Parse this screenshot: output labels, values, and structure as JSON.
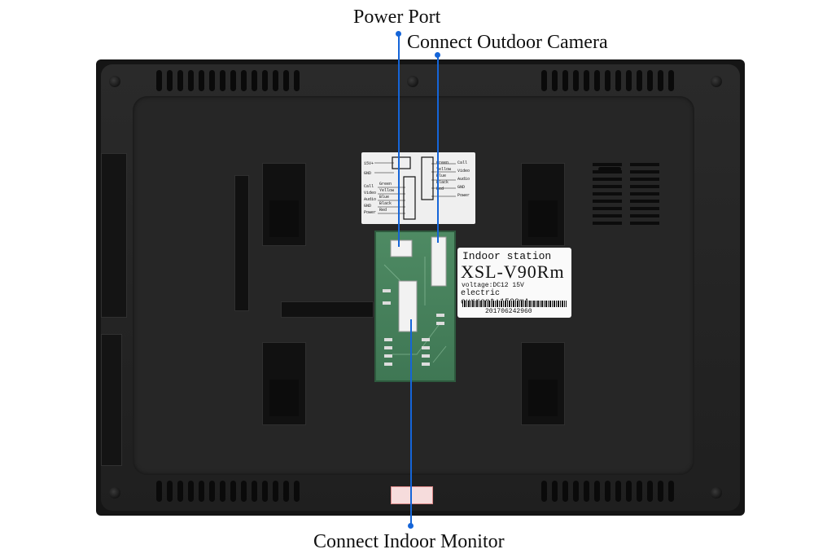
{
  "callouts": {
    "power_port": "Power Port",
    "outdoor_camera": "Connect Outdoor Camera",
    "indoor_monitor": "Connect Indoor Monitor"
  },
  "product_label": {
    "type": "Indoor station",
    "model": "XSL-V90Rm",
    "voltage": "voltage:DC12  15V",
    "current": "electric current:1500mA",
    "serial": "201706242960"
  },
  "wiring_sticker": {
    "power": [
      "15V+",
      "GND"
    ],
    "left_pins": [
      "Call",
      "Video",
      "Audio",
      "GND",
      "Power"
    ],
    "left_colors": [
      "Green",
      "Yellow",
      "Blue",
      "Black",
      "Red"
    ],
    "right_colors": [
      "Green",
      "Yellow",
      "Blue",
      "Black",
      "Red"
    ],
    "right_pins": [
      "Call",
      "Video",
      "Audio",
      "GND",
      "Power"
    ]
  },
  "colors": {
    "callout_line": "#1565d8",
    "device_body": "#151515",
    "pcb": "#4e8a63"
  }
}
